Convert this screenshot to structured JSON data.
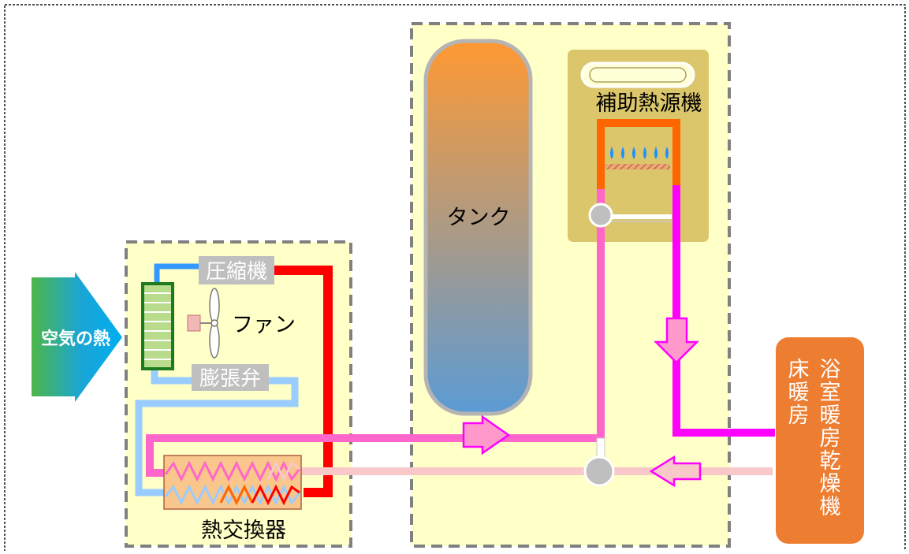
{
  "labels": {
    "air_heat": "空気の熱",
    "compressor": "圧縮機",
    "fan": "ファン",
    "expansion_valve": "膨張弁",
    "heat_exchanger": "熱交換器",
    "tank": "タンク",
    "aux_heater": "補助熱源機",
    "floor_heating": "床暖房",
    "bathroom_dryer": "浴室暖房乾燥機"
  },
  "colors": {
    "unit_fill": "#ffffc8",
    "dash_border": "#808080",
    "outer_border": "#1a1a1a",
    "cold_refrigerant": "#99ccff",
    "suction_line": "#3399ff",
    "hot_refrigerant": "#ff0000",
    "supply_hot_water": "#ff66cc",
    "heating_supply": "#ff00ff",
    "return_water": "#f9c9c9",
    "aux_body": "#dcc66b",
    "burner_frame": "#ff6600",
    "flame": "#1e90ff",
    "heating_unit": "#ed7d31",
    "tank_top": "#ff9933",
    "tank_bottom": "#5b9bd5",
    "coil": "#2e8b2e",
    "label_box": "#bfbfbf"
  }
}
